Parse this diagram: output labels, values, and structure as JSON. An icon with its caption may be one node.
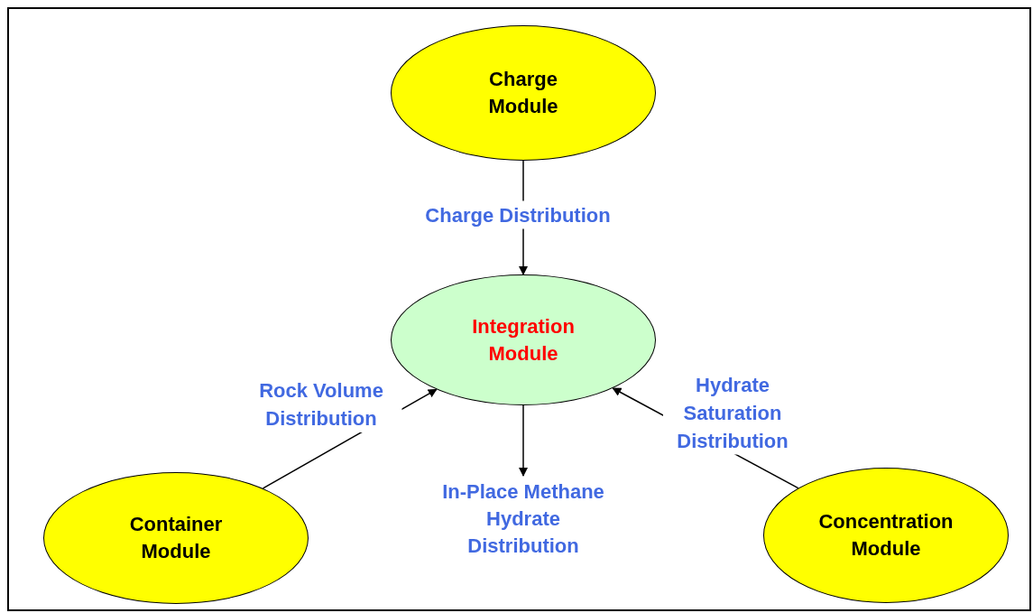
{
  "diagram": {
    "nodes": [
      {
        "text": [
          "Charge Module"
        ]
      },
      {
        "text": [
          "Integration Module"
        ]
      },
      {
        "text": [
          "Container Module"
        ]
      },
      {
        "text": [
          "Concentration Module"
        ]
      },
      {
        "text": [
          "In-Place Methane Hydrate Distribution"
        ]
      }
    ],
    "edges": [
      {
        "from": 0,
        "to": 1,
        "arrow": "to",
        "label": "Charge Distribution"
      },
      {
        "from": 2,
        "to": 1,
        "arrow": "to",
        "label": "Rock Volume Distribution"
      },
      {
        "from": 3,
        "to": 1,
        "arrow": "to",
        "label": "Hydrate Saturation Distribution"
      },
      {
        "from": 1,
        "to": 4,
        "arrow": "to"
      }
    ]
  }
}
